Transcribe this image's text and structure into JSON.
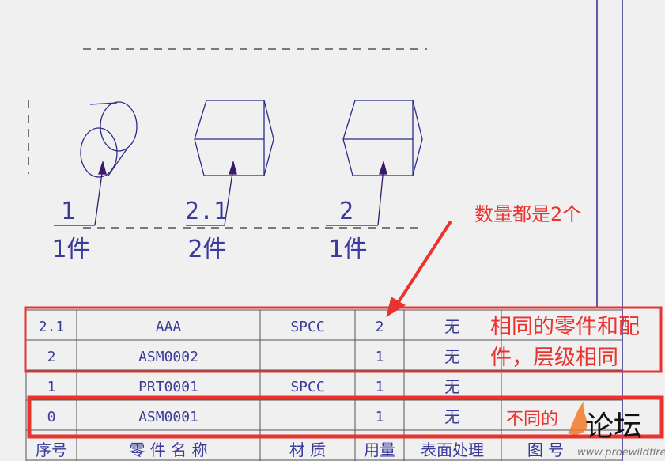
{
  "balloons": [
    {
      "number": "1",
      "qty": "1件"
    },
    {
      "number": "2.1",
      "qty": "2件"
    },
    {
      "number": "2",
      "qty": "1件"
    }
  ],
  "bom": {
    "header": [
      "序号",
      "零 件 名 称",
      "材 质",
      "用量",
      "表面处理",
      "图 号"
    ],
    "rows": [
      [
        "2.1",
        "AAA",
        "SPCC",
        "2",
        "无",
        ""
      ],
      [
        "2",
        "ASM0002",
        "",
        "1",
        "无",
        ""
      ],
      [
        "1",
        "PRT0001",
        "SPCC",
        "1",
        "无",
        ""
      ],
      [
        "0",
        "ASM0001",
        "",
        "1",
        "无",
        ""
      ]
    ]
  },
  "annotations": {
    "quantity_note": "数量都是2个",
    "same_parts_line1": "相同的零件和配",
    "same_parts_line2": "件，层级相同",
    "different_note": "不同的"
  },
  "watermark": {
    "forum": "论坛",
    "url": "www.proewildfire.cn"
  },
  "colors": {
    "line": "#2b2b8a",
    "leader": "#3a1a66",
    "text": "#3a3a9a",
    "annotation": "#e8332f"
  }
}
